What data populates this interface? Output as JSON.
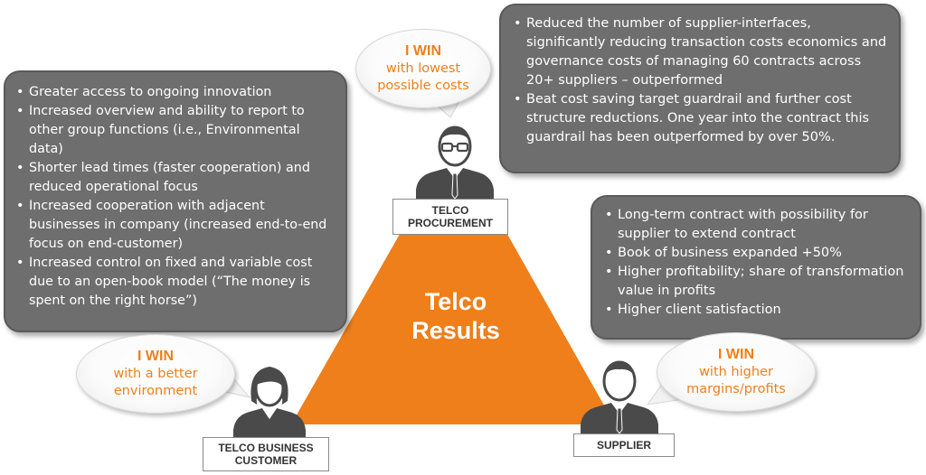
{
  "center": {
    "line1": "Telco",
    "line2": "Results"
  },
  "procurement": {
    "label_line1": "TELCO",
    "label_line2": "PROCUREMENT",
    "win": "I WIN",
    "win_sub1": "with lowest",
    "win_sub2": "possible costs",
    "benefits": [
      "Reduced the number of supplier-interfaces, significantly reducing transaction costs economics and governance costs of managing 60 contracts across 20+ suppliers – outperformed",
      "Beat cost saving target guardrail and further cost structure reductions. One year into the contract this guardrail has been outperformed by over 50%."
    ]
  },
  "customer": {
    "label_line1": "TELCO BUSINESS",
    "label_line2": "CUSTOMER",
    "win": "I WIN",
    "win_sub1": "with a better",
    "win_sub2": "environment",
    "benefits": [
      "Greater access to ongoing innovation",
      "Increased overview and ability to report to other group functions (i.e., Environmental data)",
      "Shorter lead times (faster cooperation) and reduced operational focus",
      "Increased cooperation with adjacent businesses in company (increased end-to-end focus on end-customer)",
      "Increased control on fixed and variable cost due to an open-book model (“The money is spent on the right horse”)"
    ]
  },
  "supplier": {
    "label": "SUPPLIER",
    "win": "I WIN",
    "win_sub1": "with higher",
    "win_sub2": "margins/profits",
    "benefits": [
      "Long-term contract with possibility for supplier to extend contract",
      "Book of business expanded +50%",
      "Higher profitability; share of transformation value in profits",
      "Higher client satisfaction"
    ]
  },
  "colors": {
    "accent": "#ee7f1a",
    "box": "#6e6e6e",
    "figure": "#4a4a4a"
  },
  "icons": [
    "person-glasses-icon",
    "person-woman-icon",
    "person-man-icon"
  ]
}
